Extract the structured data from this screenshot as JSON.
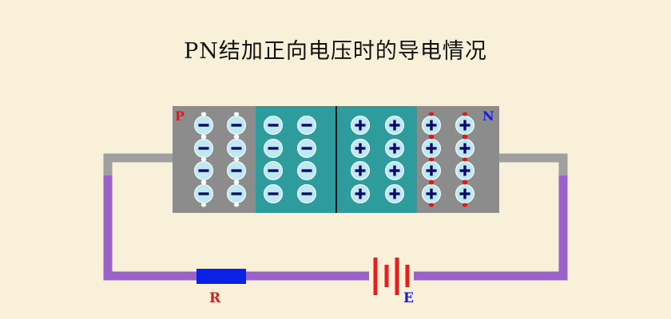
{
  "title": "PN结加正向电压时的导电情况",
  "labels": {
    "p": "P",
    "n": "N",
    "resistor": "R",
    "battery": "E"
  },
  "charges": {
    "negative": "−",
    "positive": "+"
  },
  "colors": {
    "background": "#f8f0d8",
    "semiconductor": "#8c8c8c",
    "depletion": "#2e9c9c",
    "wire_gray": "#a0a0a0",
    "wire_purple": "#9a62c8",
    "resistor": "#0a22e6",
    "battery": "#e61e1e",
    "label_red": "#d81c1c",
    "label_blue": "#1a1ad8"
  }
}
